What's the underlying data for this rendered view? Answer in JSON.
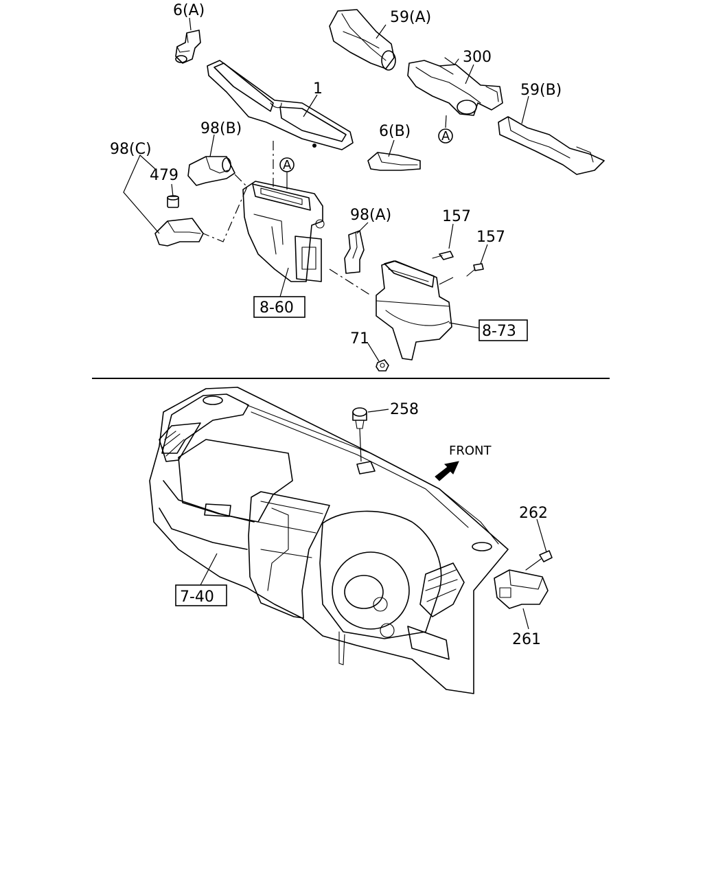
{
  "upper_labels": {
    "p6a": "6(A)",
    "p59a": "59(A)",
    "p300": "300",
    "p1": "1",
    "p59b": "59(B)",
    "p98b": "98(B)",
    "p6b": "6(B)",
    "p98c": "98(C)",
    "p479": "479",
    "pA_top": "A",
    "pA_mid": "A",
    "p98a": "98(A)",
    "p157a": "157",
    "p157b": "157",
    "p71": "71"
  },
  "boxed_refs": {
    "r860": "8-60",
    "r873": "8-73",
    "r740": "7-40"
  },
  "lower_labels": {
    "p258": "258",
    "front": "FRONT",
    "p262": "262",
    "p261": "261"
  }
}
